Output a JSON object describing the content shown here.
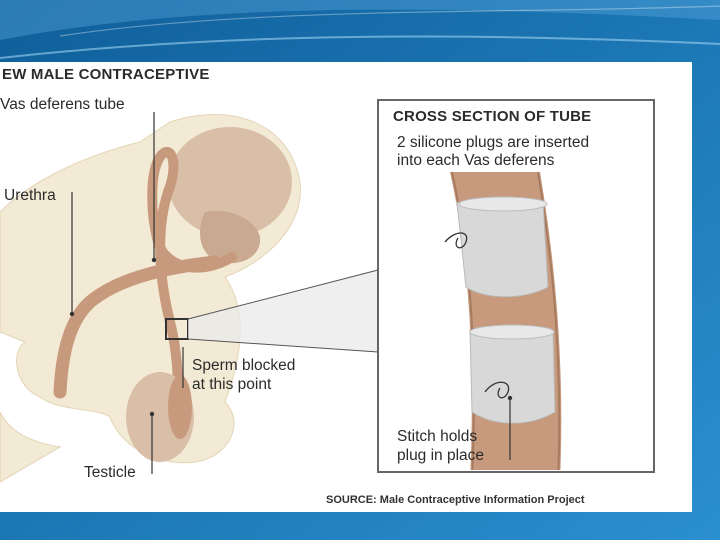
{
  "figure": {
    "title": "EW MALE CONTRACEPTIVE",
    "labels": {
      "vas_deferens": "Vas deferens tube",
      "urethra": "Urethra",
      "sperm_blocked_line1": "Sperm blocked",
      "sperm_blocked_line2": "at this point",
      "testicle": "Testicle"
    },
    "inset": {
      "title": "CROSS SECTION OF TUBE",
      "desc_line1": "2 silicone plugs are inserted",
      "desc_line2": "into each Vas deferens",
      "stitch_line1": "Stitch holds",
      "stitch_line2": "plug in place"
    },
    "source": "SOURCE: Male Contraceptive Information Project"
  },
  "colors": {
    "slide_blue": "#1b78b8",
    "body_cream": "#f3ead6",
    "tube_brown": "#c79a7d",
    "organ_tan": "#d9bea8",
    "plug_gray": "#d8d8d8"
  }
}
